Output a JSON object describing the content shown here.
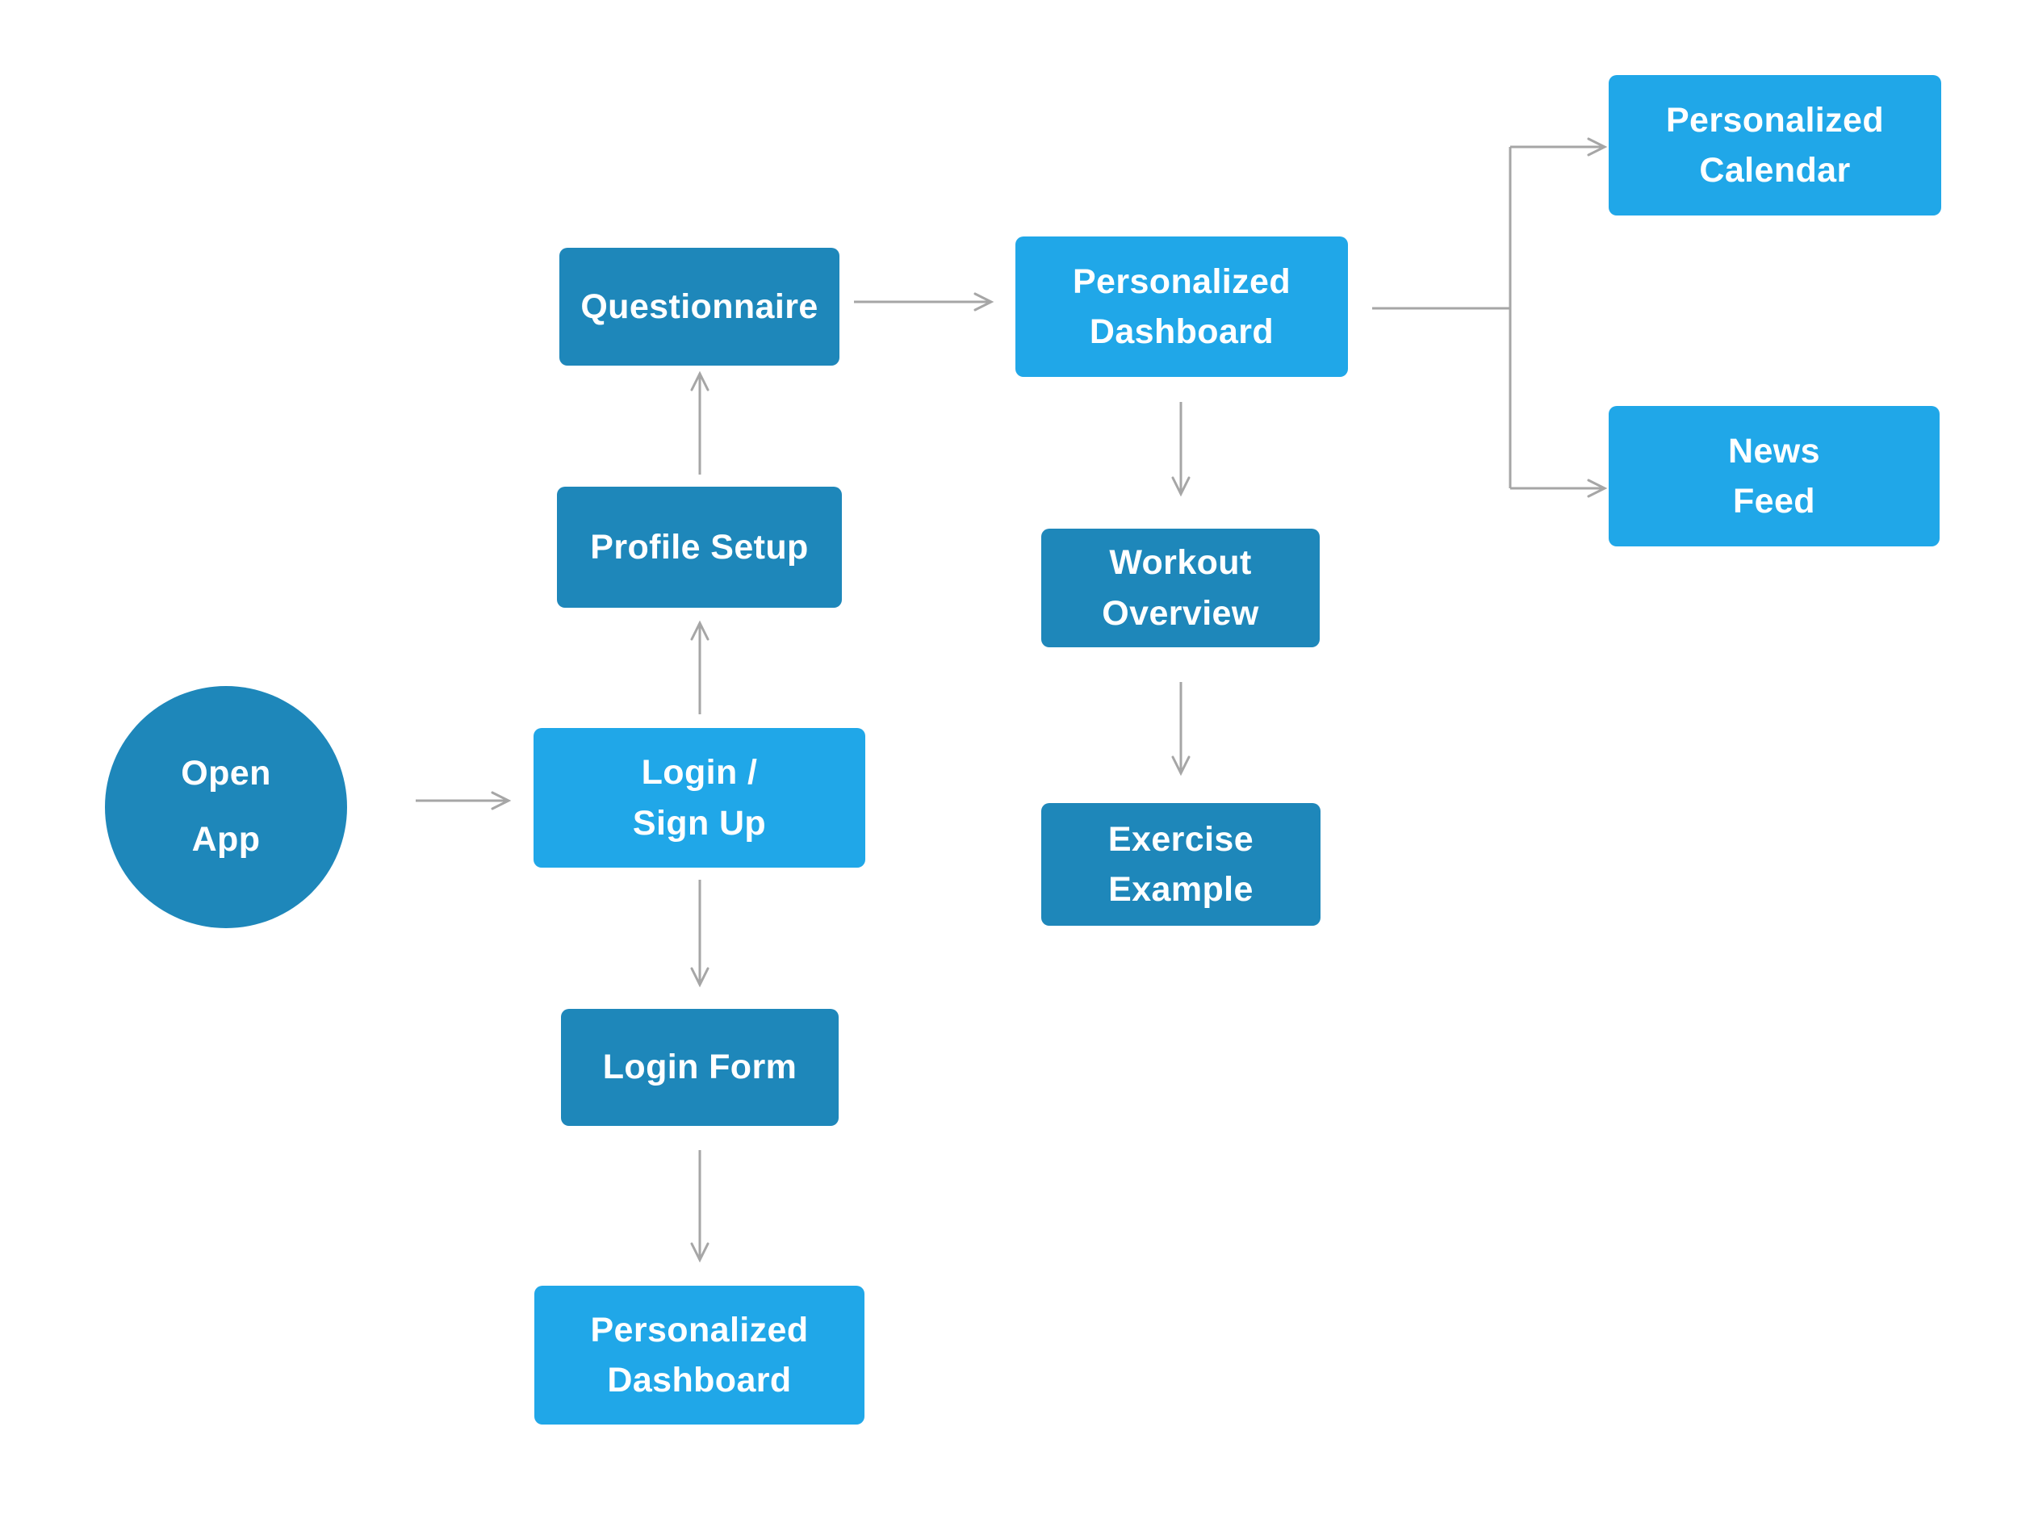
{
  "diagram": {
    "colors": {
      "node_primary": "#1e87ba",
      "node_accent": "#20a7e8",
      "connector": "#a6a6a6",
      "label_text": "#ffffff",
      "background": "#ffffff"
    },
    "nodes": {
      "open_app": {
        "line1": "Open",
        "line2": "App"
      },
      "login_signup": {
        "line1": "Login /",
        "line2": "Sign Up"
      },
      "profile_setup": {
        "line1": "Profile Setup"
      },
      "questionnaire": {
        "line1": "Questionnaire"
      },
      "personalized_dashboard": {
        "line1": "Personalized",
        "line2": "Dashboard"
      },
      "personalized_calendar": {
        "line1": "Personalized",
        "line2": "Calendar"
      },
      "news_feed": {
        "line1": "News",
        "line2": "Feed"
      },
      "workout_overview": {
        "line1": "Workout",
        "line2": "Overview"
      },
      "exercise_example": {
        "line1": "Exercise",
        "line2": "Example"
      },
      "login_form": {
        "line1": "Login Form"
      },
      "personalized_dashboard_2": {
        "line1": "Personalized",
        "line2": "Dashboard"
      }
    },
    "edges": [
      {
        "from": "open_app",
        "to": "login_signup"
      },
      {
        "from": "login_signup",
        "to": "profile_setup"
      },
      {
        "from": "profile_setup",
        "to": "questionnaire"
      },
      {
        "from": "questionnaire",
        "to": "personalized_dashboard"
      },
      {
        "from": "personalized_dashboard",
        "to": "personalized_calendar"
      },
      {
        "from": "personalized_dashboard",
        "to": "news_feed"
      },
      {
        "from": "personalized_dashboard",
        "to": "workout_overview"
      },
      {
        "from": "workout_overview",
        "to": "exercise_example"
      },
      {
        "from": "login_signup",
        "to": "login_form"
      },
      {
        "from": "login_form",
        "to": "personalized_dashboard_2"
      }
    ]
  }
}
